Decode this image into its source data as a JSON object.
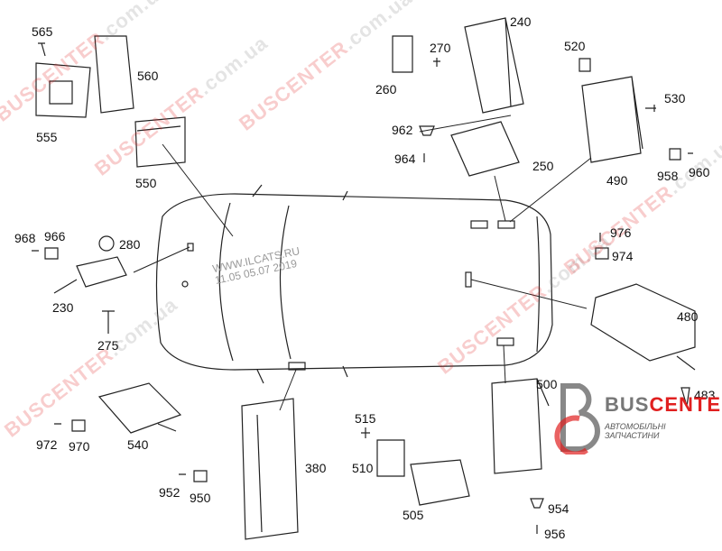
{
  "labels": [
    "565",
    "560",
    "555",
    "550",
    "260",
    "270",
    "240",
    "520",
    "530",
    "962",
    "964",
    "250",
    "490",
    "958",
    "960",
    "968",
    "966",
    "280",
    "230",
    "275",
    "976",
    "974",
    "480",
    "500",
    "483",
    "515",
    "510",
    "505",
    "380",
    "540",
    "972",
    "970",
    "952",
    "950",
    "954",
    "956"
  ],
  "watermark": {
    "part1": "BUS",
    "part2": "CENTER",
    "part3": ".com.ua"
  },
  "ilcats": {
    "line1": "WWW.ILCATS.RU",
    "line2": "11.05 05.07 2019"
  },
  "logo": {
    "bus": "BUS",
    "center": "CENTER",
    "subtitle": "АВТОМОБІЛЬНІ ЗАПЧАСТИНИ"
  },
  "colors": {
    "brand_red": "#e02020",
    "brand_gray": "#777777"
  }
}
